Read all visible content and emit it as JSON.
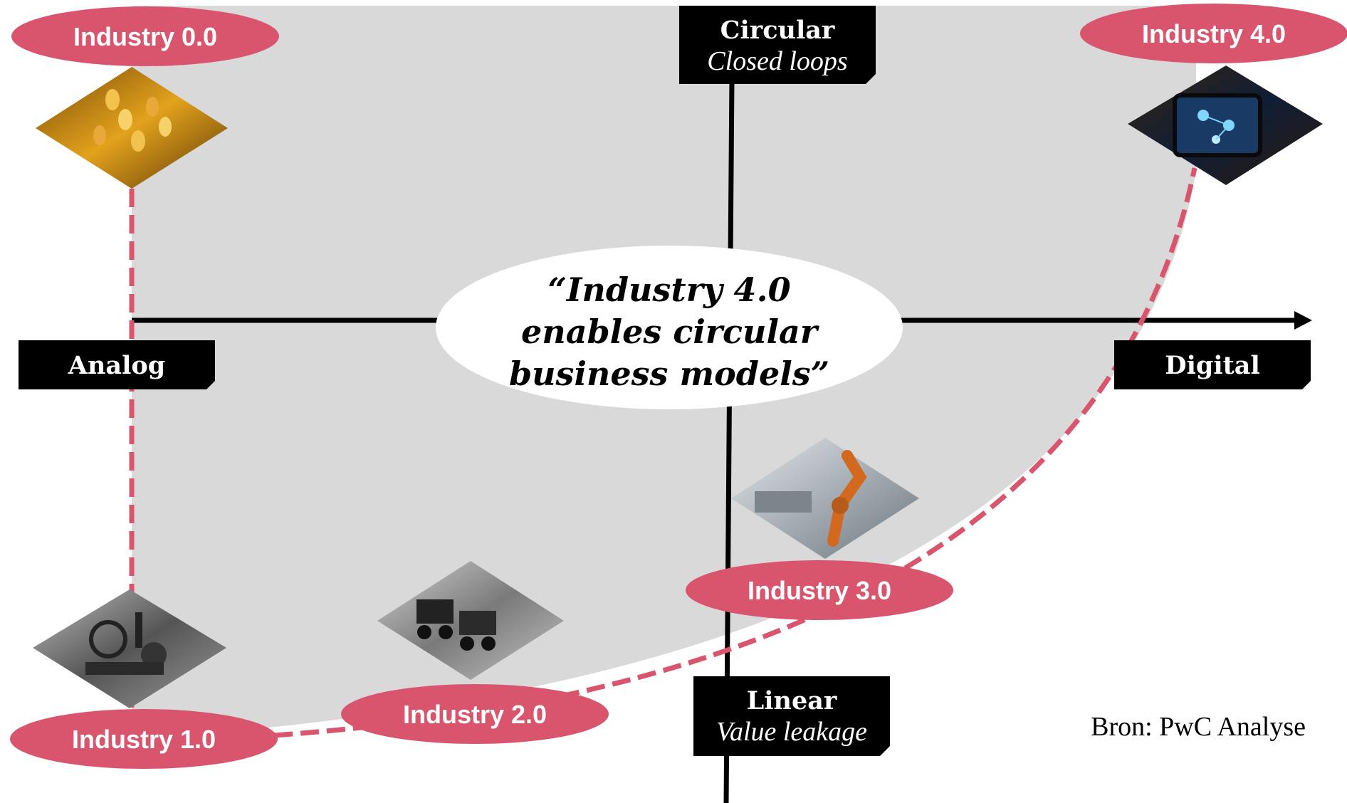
{
  "quadrants": {
    "top": {
      "title": "Circular",
      "subtitle": "Closed loops"
    },
    "bottom": {
      "title": "Linear",
      "subtitle": "Value leakage"
    },
    "left": {
      "title": "Analog"
    },
    "right": {
      "title": "Digital"
    }
  },
  "quote": {
    "line1": "“Industry 4.0",
    "line2": "enables circular",
    "line3": "business models”"
  },
  "stages": [
    {
      "label": "Industry 0.0",
      "image": "wheat-grain-icon"
    },
    {
      "label": "Industry 1.0",
      "image": "steam-engine-icon"
    },
    {
      "label": "Industry 2.0",
      "image": "assembly-line-cars-icon"
    },
    {
      "label": "Industry 3.0",
      "image": "industrial-robot-arm-icon"
    },
    {
      "label": "Industry 4.0",
      "image": "digital-tablet-icon"
    }
  ],
  "source": "Bron: PwC Analyse",
  "colors": {
    "accent": "#d9556e",
    "region": "#d9d9d9",
    "box": "#000000",
    "axis": "#000000"
  }
}
